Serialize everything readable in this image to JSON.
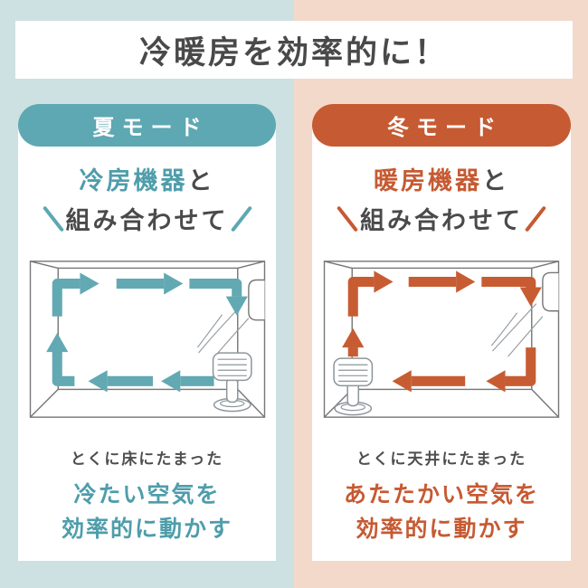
{
  "title": "冷暖房を効率的に！",
  "summer": {
    "badge": "夏モード",
    "device": "冷房機器",
    "particle": "と",
    "combine": "組み合わせて",
    "note": "とくに床にたまった",
    "highlight1": "冷たい空気を",
    "highlight2": "効率的に動かす"
  },
  "winter": {
    "badge": "冬モード",
    "device": "暖房機器",
    "particle": "と",
    "combine": "組み合わせて",
    "note": "とくに天井にたまった",
    "highlight1": "あたたかい空気を",
    "highlight2": "効率的に動かす"
  },
  "colors": {
    "summer_accent": "#5da8b2",
    "winter_accent": "#c65a32",
    "background_left": "#cde0e2",
    "background_right": "#f3d9ca",
    "text_dark": "#4a4a4a"
  }
}
